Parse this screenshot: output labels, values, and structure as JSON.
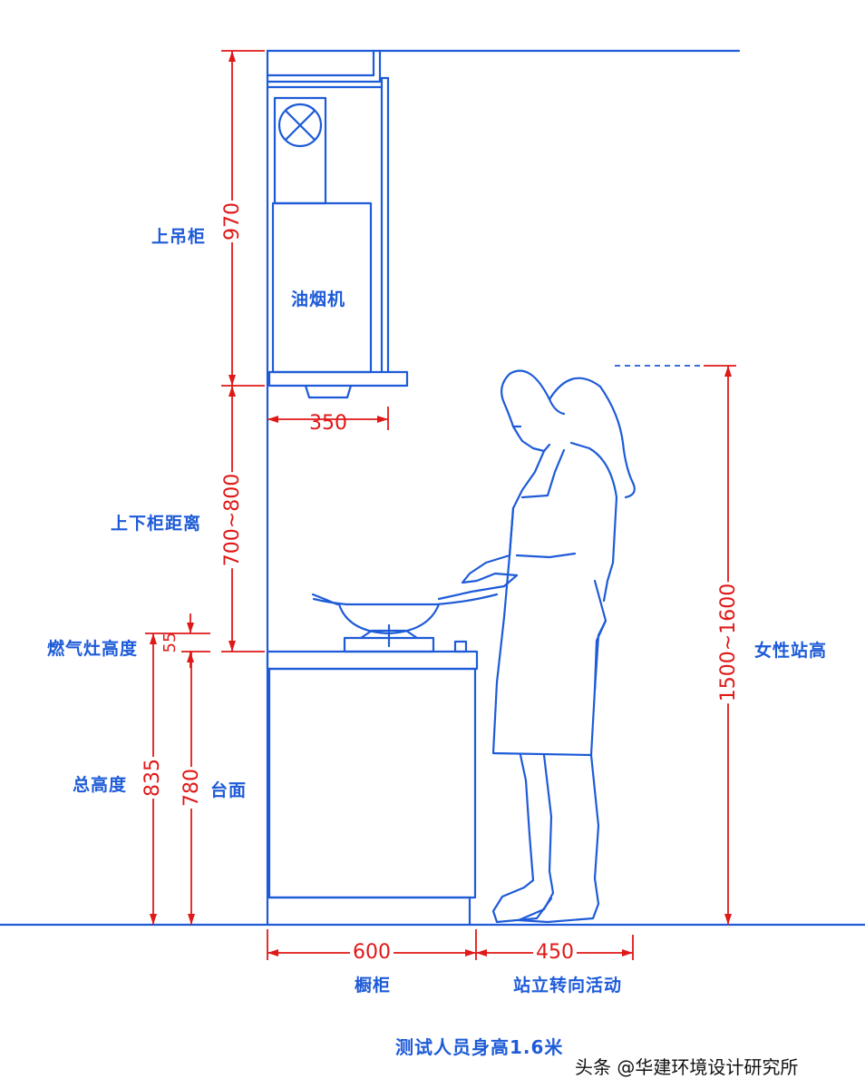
{
  "labels": {
    "upper_cabinet": "上吊柜",
    "range_hood": "油烟机",
    "cabinet_gap": "上下柜距离",
    "stove_height": "燃气灶高度",
    "total_height": "总高度",
    "countertop": "台面",
    "female_standing_height": "女性站高",
    "base_cabinet": "橱柜",
    "standing_turning_activity": "站立转向活动",
    "test_person_height": "测试人员身高1.6米"
  },
  "dimensions": {
    "upper_cabinet_height": "970",
    "hood_depth": "350",
    "cabinet_gap": "700~800",
    "stove_height": "55",
    "total_height": "835",
    "countertop_height": "780",
    "female_standing_height": "1500~1600",
    "base_cabinet_depth": "600",
    "activity_depth": "450"
  },
  "watermark": "头条 @华建环境设计研究所",
  "colors": {
    "drawing_blue": "#1e5bd8",
    "dimension_red": "#e01818",
    "background": "#ffffff"
  }
}
